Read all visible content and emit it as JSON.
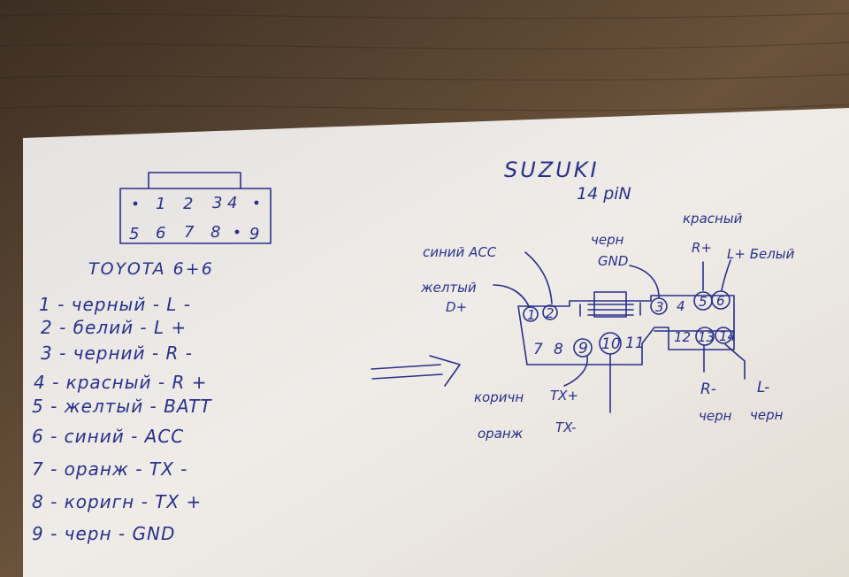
{
  "ink_color": "#2a2f8c",
  "paper_color": "#e9e6e3",
  "wood_color": "#5a4634",
  "toyota": {
    "connector_top_row": [
      "1",
      "2",
      "3",
      "4"
    ],
    "connector_bottom_row": [
      "5",
      "6",
      "7",
      "8",
      "9"
    ],
    "title": "TOYOTA 6+6",
    "pins": [
      "1 - черный - L -",
      "2 - белий - L +",
      "3 - черний - R -",
      "4 - красный - R +",
      "5 - желтый - BATT",
      "6 - синий - ACC",
      "7 - оранж - TX -",
      "8 - коригн - TX +",
      "9 - черн - GND"
    ]
  },
  "suzuki": {
    "title": "SUZUKI",
    "subtitle": "14 piN",
    "top_row": [
      "1",
      "2",
      "3",
      "4",
      "5",
      "6"
    ],
    "bottom_row": [
      "7",
      "8",
      "9",
      "10",
      "11",
      "12",
      "13",
      "14"
    ],
    "labels": {
      "acc": "синий ACC",
      "gnd_color": "черн",
      "gnd": "GND",
      "rplus_color": "красный",
      "rplus": "R+",
      "lplus": "L+ Белый",
      "yellow": "желтый",
      "dplus": "D+",
      "brown": "коричн",
      "txplus": "TX+",
      "orange": "оранж",
      "txminus": "TX-",
      "rminus": "R-",
      "rminus_color": "черн",
      "lminus": "L-",
      "lminus_color": "черн"
    }
  }
}
